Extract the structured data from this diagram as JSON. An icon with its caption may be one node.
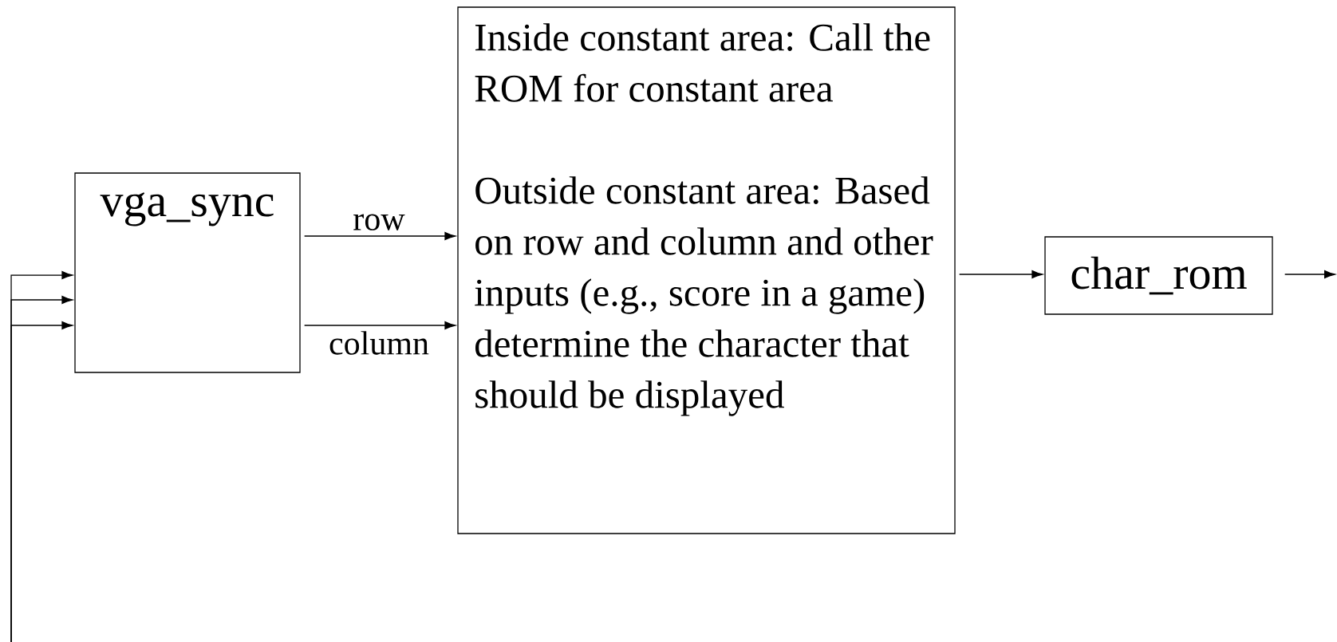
{
  "diagram": {
    "nodes": [
      {
        "text": [
          "vga_sync"
        ]
      },
      {
        "text": [
          "Inside constant area: Call the ROM for constant area",
          "Outside constant area: Based on row and column and other inputs (e.g., score in a game) determine the character that should be displayed"
        ]
      },
      {
        "text": [
          "char_rom"
        ]
      }
    ],
    "edges": [
      {
        "from": null,
        "to": 0,
        "arrow": "to"
      },
      {
        "from": null,
        "to": 0,
        "arrow": "to"
      },
      {
        "from": null,
        "to": 0,
        "arrow": "to"
      },
      {
        "from": 0,
        "to": 1,
        "arrow": "to",
        "label": "row"
      },
      {
        "from": 0,
        "to": 1,
        "arrow": "to",
        "label": "column"
      },
      {
        "from": 1,
        "to": 2,
        "arrow": "to"
      },
      {
        "from": 2,
        "to": null,
        "arrow": "to"
      }
    ]
  }
}
